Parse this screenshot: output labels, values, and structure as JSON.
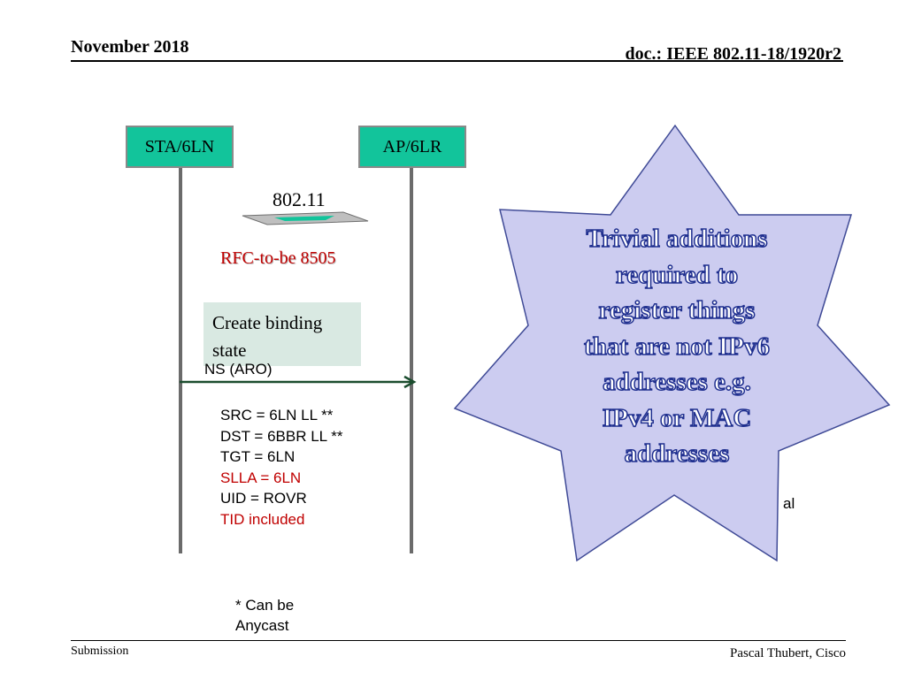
{
  "header": {
    "date": "November 2018",
    "doc": "doc.: IEEE 802.11-18/1920r2"
  },
  "footer": {
    "left": "Submission",
    "right": "Pascal Thubert, Cisco"
  },
  "diagram": {
    "nodes": [
      {
        "label": "STA/6LN"
      },
      {
        "label": "AP/6LR"
      }
    ],
    "link_label": "802.11",
    "protocol_label": "RFC-to-be 8505",
    "note": "Create binding state",
    "message": {
      "label": "NS (ARO)",
      "fields": [
        {
          "text": "SRC = 6LN LL **",
          "color": "#000000"
        },
        {
          "text": "DST = 6BBR LL **",
          "color": "#000000"
        },
        {
          "text": "TGT = 6LN",
          "color": "#000000"
        },
        {
          "text": "SLLA = 6LN",
          "color": "#c00000"
        },
        {
          "text": "UID = ROVR",
          "color": "#000000"
        },
        {
          "text": "TID included",
          "color": "#c00000"
        }
      ]
    },
    "footnote_line1": "* Can be",
    "footnote_line2": "Anycast",
    "partial_text": "al",
    "callout": {
      "lines": [
        "Trivial  additions",
        "required to",
        "register things",
        "that are not IPv6",
        "addresses e.g.",
        "IPv4 or MAC",
        "addresses"
      ],
      "fill": "#ccccf0",
      "stroke": "#3f4a96"
    },
    "colors": {
      "node_fill": "#12c49b",
      "arrow": "#1b4d2e",
      "accent_red": "#c00000"
    }
  }
}
